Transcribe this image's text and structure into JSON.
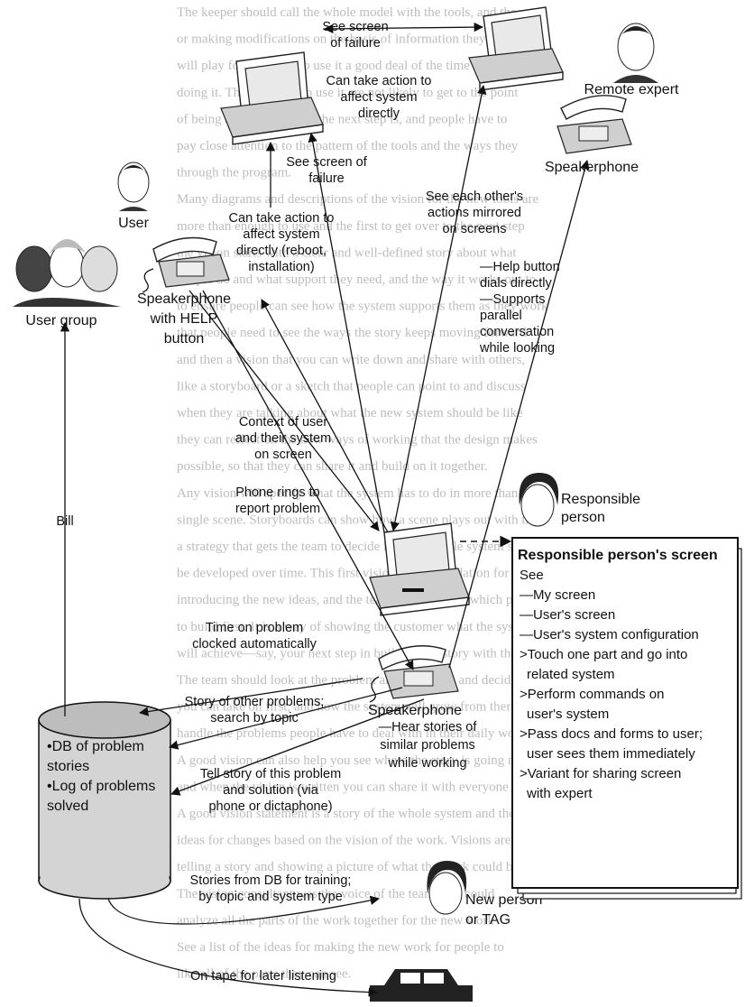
{
  "background_text": [
    "The keeper should call the whole model with the tools, and the main",
    "or making modifications on the basis of information they would, and",
    "will play for people who use it a good deal of the time they are",
    "doing it. The people who use it are not likely to get to the point",
    "of being able to feel what the next step is, and people have to",
    "pay close attention to the pattern of the tools and the ways they",
    "through the program.",
    "Many diagrams and descriptions of the vision for the new tools are",
    "more than enough to use and the first to get over to the next step",
    "the vision starts with a clear and well-defined story about what",
    "people do and what support they need, and the way it works out to",
    "to ensure people can see how the system supports them as they work",
    "that people need to see the ways the story keeps moving forward",
    "and then a vision that you can write down and share with others,",
    "like a storyboard or a sketch that people can point to and discuss",
    "when they are talking about what the new system should be like",
    "they can reflect on the new ways of working that the design makes",
    "possible, so that they can share it and build on it together.",
    "Any vision will specify what the system has to do in more than a",
    "single scene. Storyboards can show how a scene plays out with the",
    "a strategy that gets the team to decide how the whole system should",
    "be developed over time. This first vision is the foundation for",
    "introducing the new ideas, and the team has to decide which parts",
    "to build first. It is a way of showing the customer what the system",
    "will achieve—say, your next step in building the story with them.",
    "The team should look at the problem and the vision and decide what",
    "you can take on first, and how the system will grow from there to",
    "handle the problems people have to deal with in their daily work.",
    "A good vision can also help you see where the story is going next",
    "and when the vision is written you can share it with everyone",
    "A good vision statement is a story of the whole system and the",
    "ideas for changes based on the vision of the work. Visions are",
    "telling a story and showing a picture of what the work could be",
    "The vision consultant was the voice of the team who could",
    "analyze all the parts of the work together for the new work",
    "See a list of the ideas for making the new work for people to",
    "like all of the parts they can see."
  ],
  "nodes": {
    "remote_expert": "Remote expert",
    "speakerphone_top": "Speakerphone",
    "user": "User",
    "user_group": "User group",
    "speakerphone_help": [
      "Speakerphone",
      "with HELP",
      "button"
    ],
    "responsible_person": [
      "Responsible",
      "person"
    ],
    "speakerphone_bottom": "Speakerphone",
    "db_items": [
      "•DB of problem",
      "stories",
      "•Log of problems",
      "solved"
    ],
    "new_person": [
      "New person",
      "or TAG"
    ]
  },
  "labels": {
    "see_failure_top": [
      "See screen",
      "of failure"
    ],
    "take_action_top": [
      "Can take action to",
      "affect system",
      "directly"
    ],
    "see_failure_mid": [
      "See screen of",
      "failure"
    ],
    "take_action_mid": [
      "Can take action to",
      "affect system",
      "directly (reboot,",
      "installation)"
    ],
    "mirrored": [
      "See each other's",
      "actions mirrored",
      "on screens"
    ],
    "help_button": [
      "—Help button",
      "dials directly",
      "—Supports",
      "parallel",
      "conversation",
      "while looking"
    ],
    "context": [
      "Context of user",
      "and their system",
      "on screen"
    ],
    "phone_rings": [
      "Phone rings to",
      "report problem"
    ],
    "bill": "Bill",
    "time_clocked": [
      "Time on problem",
      "clocked automatically"
    ],
    "hear_stories": [
      "—Hear stories of",
      "similar problems",
      "while working"
    ],
    "story_other": [
      "Story of other problems;",
      "search by topic"
    ],
    "tell_story": [
      "Tell story of this problem",
      "and solution (via",
      "phone or dictaphone)"
    ],
    "stories_training": [
      "Stories from DB for training;",
      "by topic and system type"
    ],
    "on_tape": "On tape for later listening"
  },
  "panel": {
    "title": "Responsible person's screen",
    "lines": [
      "See",
      "—My screen",
      "—User's screen",
      "—User's system configuration",
      ">Touch one part and go into",
      "related system",
      ">Perform commands on",
      "user's system",
      ">Pass docs and forms to user;",
      "user sees them immediately",
      ">Variant for sharing screen",
      "with expert"
    ]
  }
}
